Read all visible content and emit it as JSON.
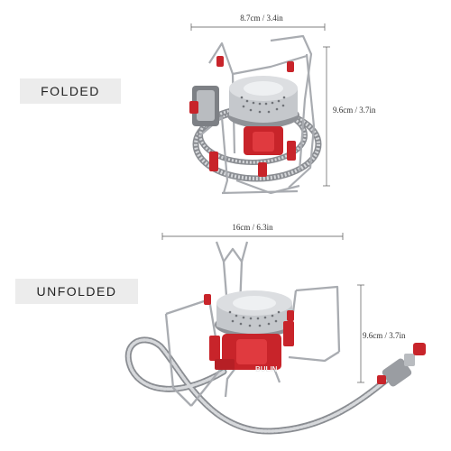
{
  "labels": {
    "folded": "FOLDED",
    "unfolded": "UNFOLDED"
  },
  "dimensions": {
    "folded_width": "8.7cm / 3.4in",
    "folded_height": "9.6cm / 3.7in",
    "unfolded_width": "16cm / 6.3in",
    "unfolded_height": "9.6cm / 3.7in"
  },
  "product": {
    "brand_mark": "BULIN"
  },
  "colors": {
    "accent_red": "#c8242a",
    "steel": "#b9bcc0",
    "dark_steel": "#7d8085",
    "dimension_line": "#555555",
    "label_bg": "#ececec"
  }
}
